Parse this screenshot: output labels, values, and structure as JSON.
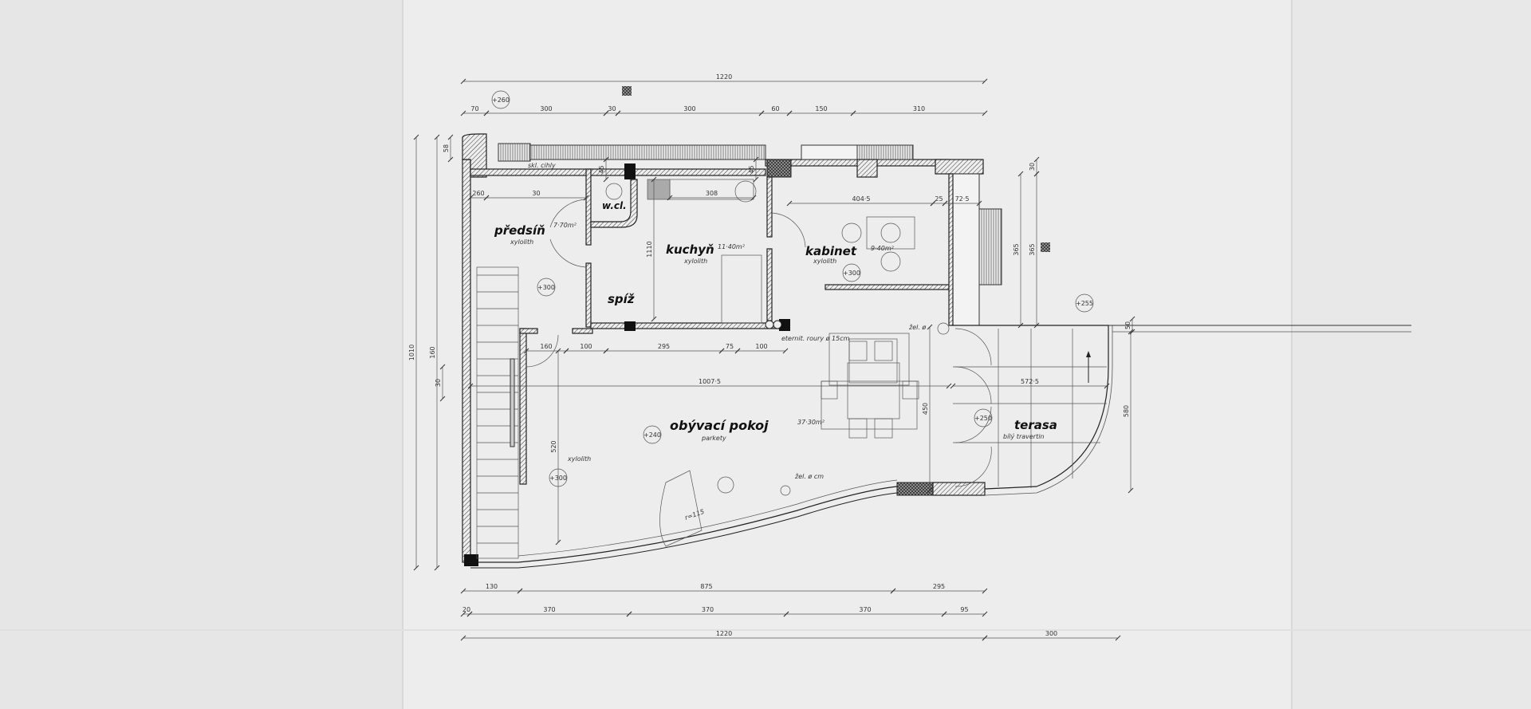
{
  "drawing": {
    "rooms": {
      "predsin": {
        "name": "předsíň",
        "area": "7·70m²",
        "floor": "xylolith"
      },
      "wc": {
        "name": "w.cl."
      },
      "kuchyn": {
        "name": "kuchyň",
        "area": "11·40m²",
        "floor": "xylolith"
      },
      "spiz": {
        "name": "spíž"
      },
      "kabinet": {
        "name": "kabinet",
        "area": "9·40m²",
        "floor": "xylolith"
      },
      "obyvaci": {
        "name": "obývací pokoj",
        "area": "37·30m²",
        "floor": "parkety"
      },
      "terasa": {
        "name": "terasa",
        "floor": "bílý travertin"
      },
      "hall_floor": "xylolith"
    },
    "levels": [
      "+260",
      "+300",
      "+300",
      "+240",
      "+300",
      "+250",
      "+255"
    ],
    "notes": {
      "glass_bricks": "skl. cihly",
      "pipes": "eternit. roury ø 15cm",
      "steel_column": "žel. ø",
      "steel_column2": "žel. ø cm",
      "radius": "r=115"
    },
    "dims_top": [
      "1220",
      "70",
      "300",
      "30",
      "300",
      "60",
      "150",
      "310"
    ],
    "dims_bottom": [
      "130",
      "875",
      "295",
      "20",
      "370",
      "370",
      "370",
      "95",
      "1220",
      "300"
    ],
    "dims_inner": [
      "260",
      "30",
      "308",
      "404·5",
      "25",
      "72·5",
      "160",
      "100",
      "295",
      "75",
      "100",
      "1007·5",
      "572·5",
      "450",
      "365",
      "365",
      "580",
      "520",
      "30",
      "30",
      "50",
      "45",
      "45",
      "1110"
    ],
    "dims_left": [
      "1010",
      "160",
      "58"
    ]
  }
}
